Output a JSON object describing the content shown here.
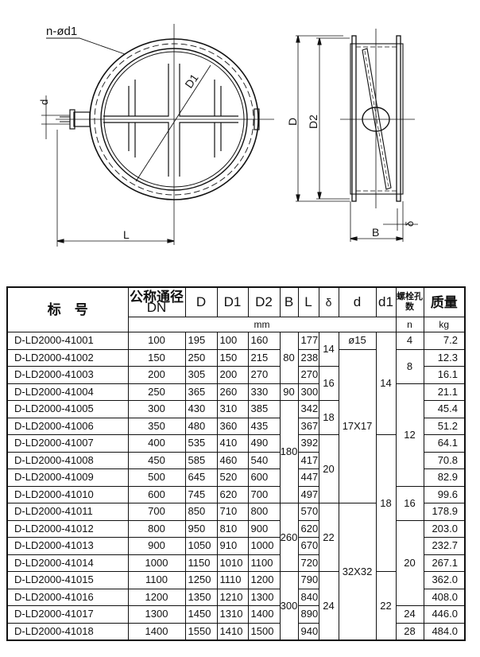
{
  "drawing": {
    "labels": {
      "holes": "n-ød1",
      "d": "d",
      "D1": "D1",
      "L": "L",
      "D": "D",
      "D2": "D2",
      "delta": "δ",
      "B": "B"
    }
  },
  "table": {
    "header": {
      "model": "标　号",
      "dn_title": "公称通径",
      "dn_symbol": "DN",
      "D": "D",
      "D1": "D1",
      "D2": "D2",
      "B": "B",
      "L": "L",
      "delta": "δ",
      "d": "d",
      "d1": "d1",
      "n_title": "螺栓孔数",
      "n_symbol": "n",
      "mass_title": "质量",
      "mass_unit": "kg",
      "unit_mm": "mm"
    },
    "rows": [
      {
        "model": "D-LD2000-41001",
        "dn": "100",
        "D": "195",
        "D1": "100",
        "D2": "160",
        "L": "177",
        "kg": "7.2"
      },
      {
        "model": "D-LD2000-41002",
        "dn": "150",
        "D": "250",
        "D1": "150",
        "D2": "215",
        "L": "238",
        "kg": "12.3"
      },
      {
        "model": "D-LD2000-41003",
        "dn": "200",
        "D": "305",
        "D1": "200",
        "D2": "270",
        "L": "270",
        "kg": "16.1"
      },
      {
        "model": "D-LD2000-41004",
        "dn": "250",
        "D": "365",
        "D1": "260",
        "D2": "330",
        "L": "300",
        "kg": "21.1"
      },
      {
        "model": "D-LD2000-41005",
        "dn": "300",
        "D": "430",
        "D1": "310",
        "D2": "385",
        "L": "342",
        "kg": "45.4"
      },
      {
        "model": "D-LD2000-41006",
        "dn": "350",
        "D": "480",
        "D1": "360",
        "D2": "435",
        "L": "367",
        "kg": "51.2"
      },
      {
        "model": "D-LD2000-41007",
        "dn": "400",
        "D": "535",
        "D1": "410",
        "D2": "490",
        "L": "392",
        "kg": "64.1"
      },
      {
        "model": "D-LD2000-41008",
        "dn": "450",
        "D": "585",
        "D1": "460",
        "D2": "540",
        "L": "417",
        "kg": "70.8"
      },
      {
        "model": "D-LD2000-41009",
        "dn": "500",
        "D": "645",
        "D1": "520",
        "D2": "600",
        "L": "447",
        "kg": "82.9"
      },
      {
        "model": "D-LD2000-41010",
        "dn": "600",
        "D": "745",
        "D1": "620",
        "D2": "700",
        "L": "497",
        "kg": "99.6"
      },
      {
        "model": "D-LD2000-41011",
        "dn": "700",
        "D": "850",
        "D1": "710",
        "D2": "800",
        "L": "570",
        "kg": "178.9"
      },
      {
        "model": "D-LD2000-41012",
        "dn": "800",
        "D": "950",
        "D1": "810",
        "D2": "900",
        "L": "620",
        "kg": "203.0"
      },
      {
        "model": "D-LD2000-41013",
        "dn": "900",
        "D": "1050",
        "D1": "910",
        "D2": "1000",
        "L": "670",
        "kg": "232.7"
      },
      {
        "model": "D-LD2000-41014",
        "dn": "1000",
        "D": "1150",
        "D1": "1010",
        "D2": "1100",
        "L": "720",
        "kg": "267.1"
      },
      {
        "model": "D-LD2000-41015",
        "dn": "1100",
        "D": "1250",
        "D1": "1110",
        "D2": "1200",
        "L": "790",
        "kg": "362.0"
      },
      {
        "model": "D-LD2000-41016",
        "dn": "1200",
        "D": "1350",
        "D1": "1210",
        "D2": "1300",
        "L": "840",
        "kg": "408.0"
      },
      {
        "model": "D-LD2000-41017",
        "dn": "1300",
        "D": "1450",
        "D1": "1310",
        "D2": "1400",
        "L": "890",
        "kg": "446.0"
      },
      {
        "model": "D-LD2000-41018",
        "dn": "1400",
        "D": "1550",
        "D1": "1410",
        "D2": "1500",
        "L": "940",
        "kg": "484.0"
      }
    ],
    "groups": {
      "B": [
        {
          "value": "80",
          "rows": 3
        },
        {
          "value": "90",
          "rows": 1
        },
        {
          "value": "180",
          "rows": 6
        },
        {
          "value": "260",
          "rows": 4
        },
        {
          "value": "300",
          "rows": 4
        }
      ],
      "delta": [
        {
          "value": "14",
          "rows": 2
        },
        {
          "value": "16",
          "rows": 2
        },
        {
          "value": "18",
          "rows": 2
        },
        {
          "value": "20",
          "rows": 4
        },
        {
          "value": "22",
          "rows": 4
        },
        {
          "value": "24",
          "rows": 4
        }
      ],
      "d": [
        {
          "value": "ø15",
          "rows": 1
        },
        {
          "value": "17X17",
          "rows": 9
        },
        {
          "value": "32X32",
          "rows": 8
        }
      ],
      "d1": [
        {
          "value": "14",
          "rows": 6
        },
        {
          "value": "18",
          "rows": 8
        },
        {
          "value": "22",
          "rows": 4
        }
      ],
      "n": [
        {
          "value": "4",
          "rows": 1
        },
        {
          "value": "8",
          "rows": 2
        },
        {
          "value": "12",
          "rows": 6
        },
        {
          "value": "16",
          "rows": 2
        },
        {
          "value": "20",
          "rows": 5
        },
        {
          "value": "24",
          "rows": 1
        },
        {
          "value": "28",
          "rows": 1
        }
      ]
    }
  }
}
